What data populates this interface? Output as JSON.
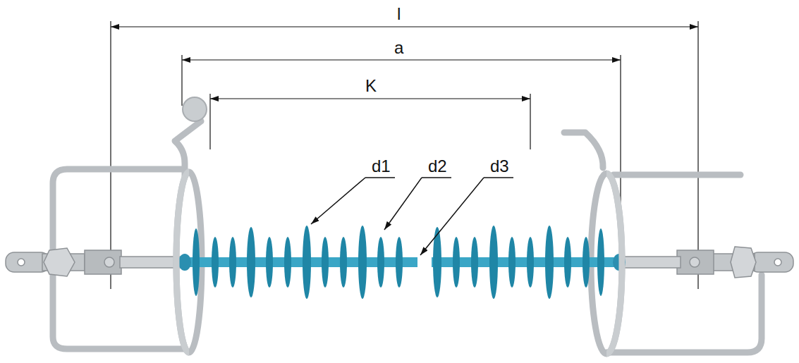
{
  "diagram": {
    "labels": [
      "l",
      "a",
      "K",
      "d1",
      "d2",
      "d3"
    ]
  }
}
